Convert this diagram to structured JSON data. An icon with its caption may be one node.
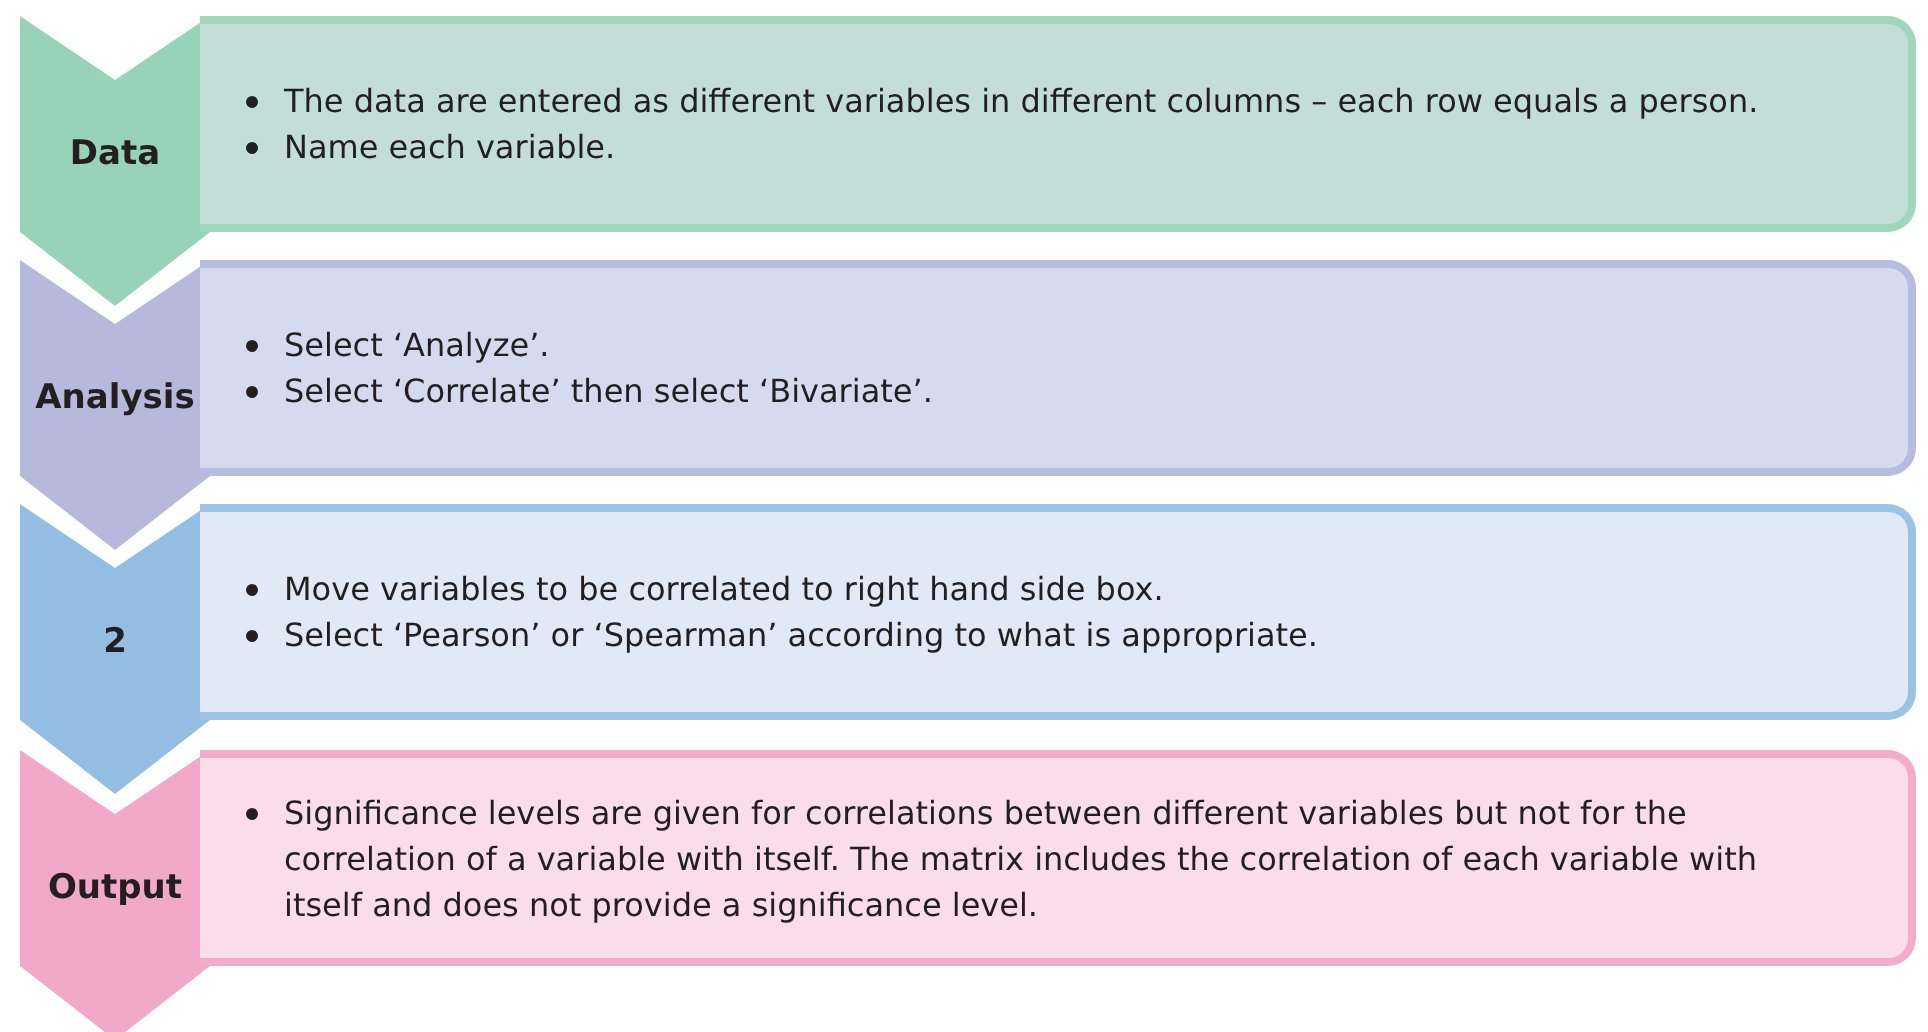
{
  "diagram": {
    "nodes": [
      {
        "text": [
          "Data"
        ]
      },
      {
        "text": [
          "The data are entered as different variables in different columns – each row equals a person.",
          "Name each variable."
        ]
      },
      {
        "text": [
          "Analysis"
        ]
      },
      {
        "text": [
          "Select ‘Analyze’.",
          "Select ‘Correlate’ then select ‘Bivariate’."
        ]
      },
      {
        "text": [
          "2"
        ]
      },
      {
        "text": [
          "Move variables to be correlated to right hand side box.",
          "Select ‘Pearson’ or ‘Spearman’ according to what is appropriate."
        ]
      },
      {
        "text": [
          "Output"
        ]
      },
      {
        "text": [
          "Significance levels are given for correlations between different variables but not for the correlation of a variable with itself. The matrix includes the correlation of each variable with itself and does not provide a significance level."
        ]
      }
    ]
  }
}
